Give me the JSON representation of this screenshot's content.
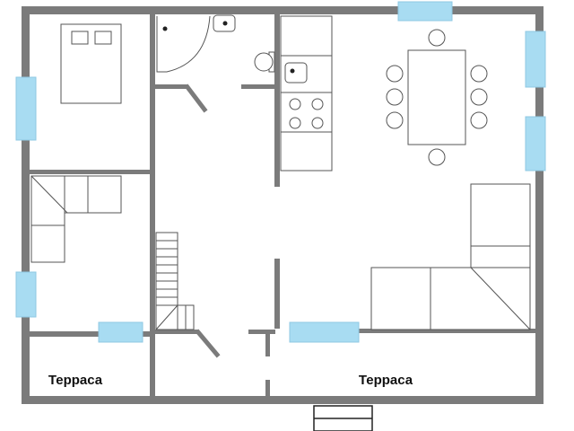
{
  "floor_plan": {
    "labels": {
      "terrace_left": "Терраса",
      "terrace_right": "Терраса"
    },
    "colors": {
      "wall": "#7b7b7b",
      "window": "#a8dcf2",
      "fixture_stroke": "#555555",
      "background": "#ffffff"
    },
    "elements": {
      "bed": "double-bed",
      "sofa_left": "corner-sofa",
      "sofa_right": "corner-sofa",
      "dining_table": "table-with-8-chairs",
      "stove": "four-burner-stove",
      "sink": "kitchen-sink",
      "toilet": "toilet",
      "shower": "corner-shower",
      "stairs": "staircase",
      "entrance_steps": "entrance-steps"
    }
  }
}
